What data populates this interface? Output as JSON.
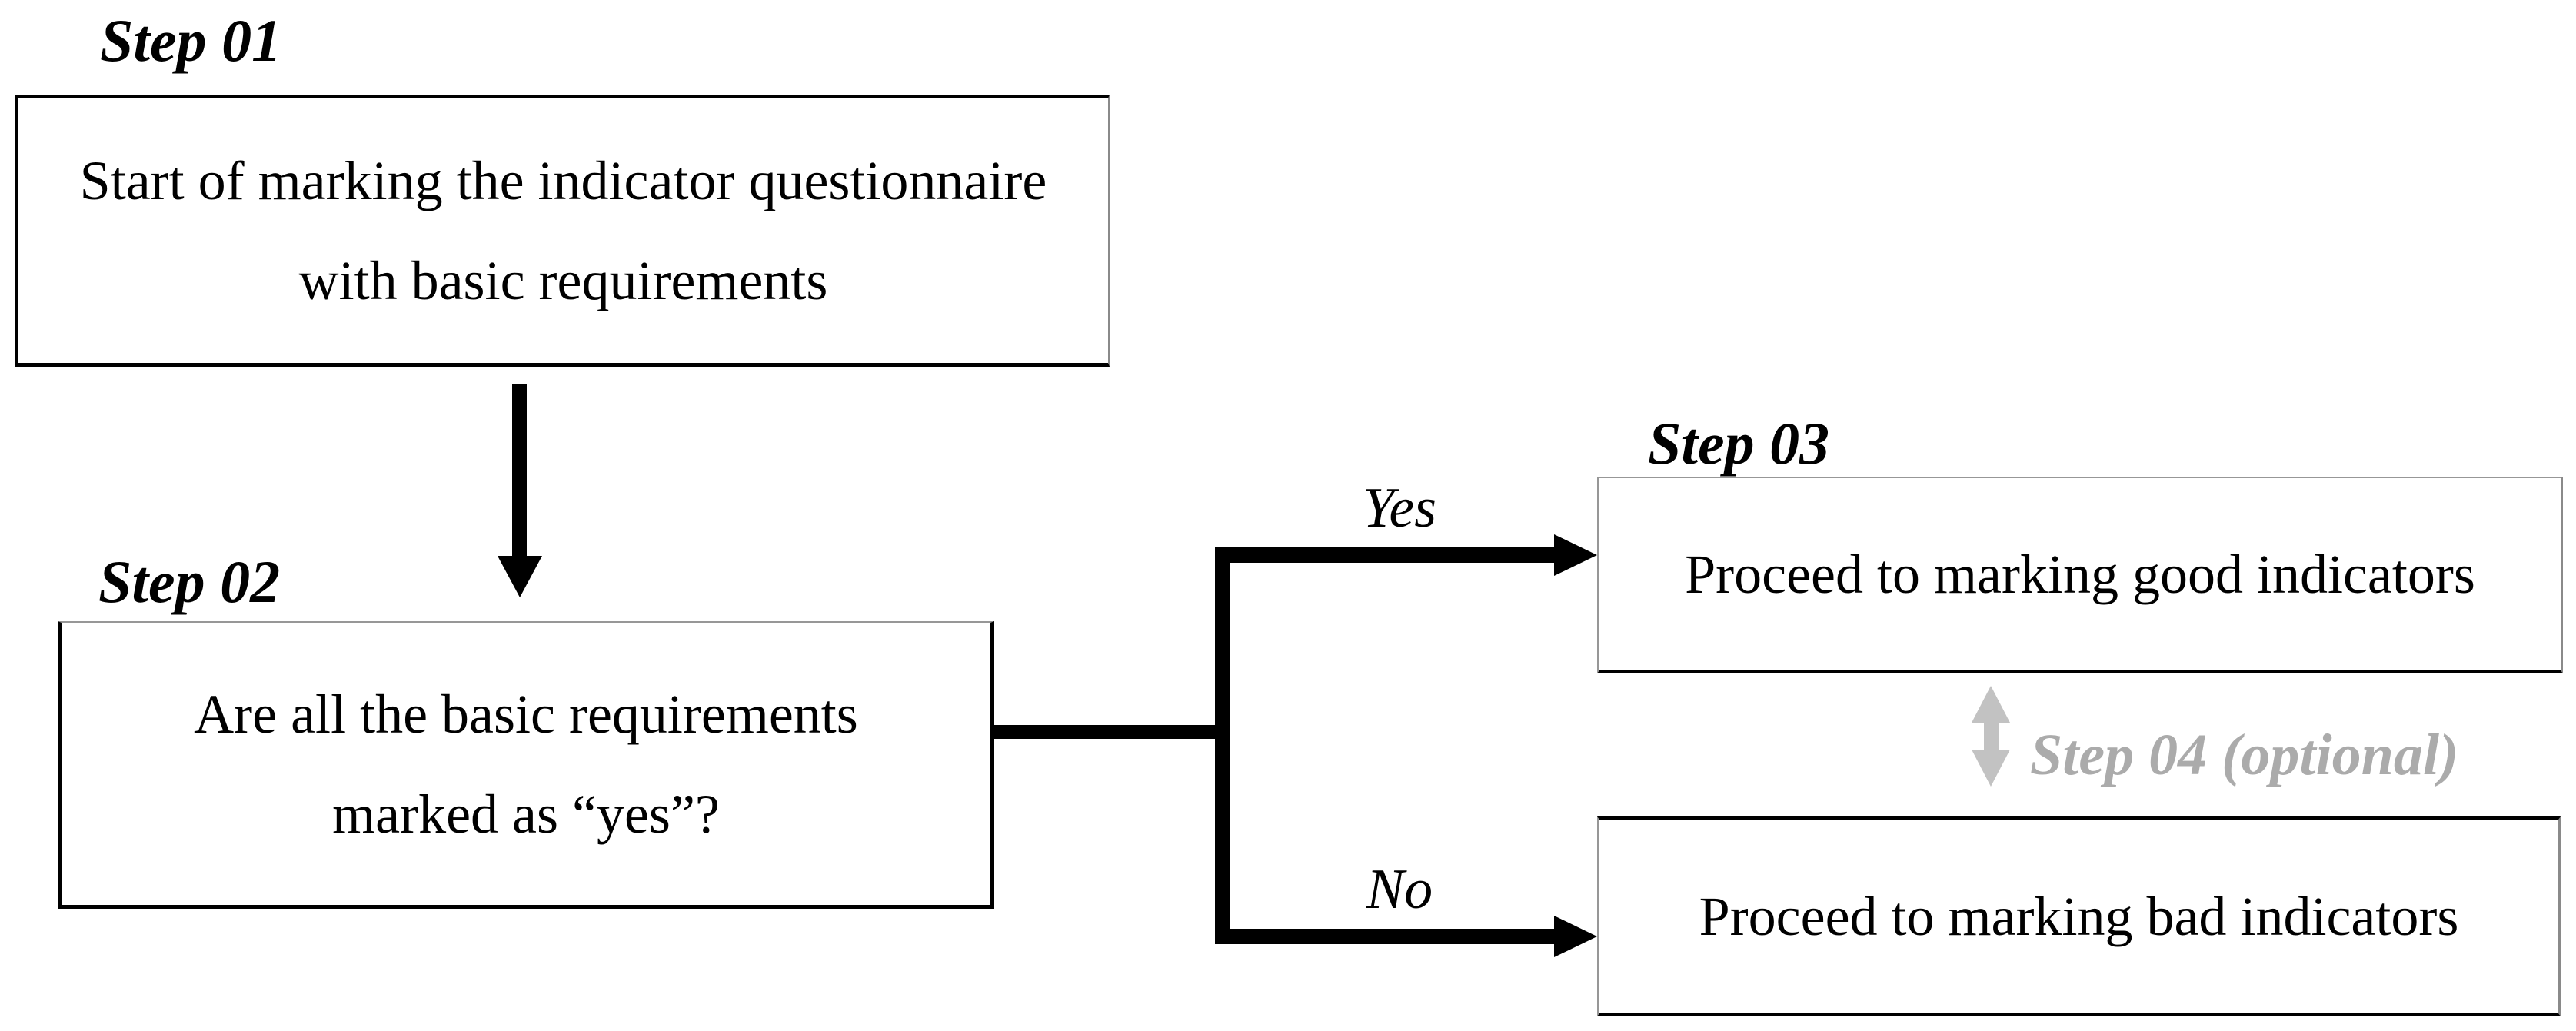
{
  "diagram": {
    "step1": {
      "label": "Step 01",
      "lines": [
        "Start of marking the indicator questionnaire",
        "with basic requirements"
      ]
    },
    "step2": {
      "label": "Step 02",
      "lines": [
        "Are all the basic requirements",
        "marked as “yes”?"
      ]
    },
    "step3": {
      "label": "Step 03",
      "text": "Proceed to marking good indicators"
    },
    "step4": {
      "label": "Step 04 (optional)"
    },
    "bad_box": {
      "text": "Proceed to marking bad indicators"
    },
    "branches": {
      "yes": "Yes",
      "no": "No"
    },
    "colors": {
      "line_black": "#000000",
      "optional_text_gray": "#ababab",
      "optional_arrow_gray": "#c2c2c2",
      "background": "#ffffff"
    }
  }
}
